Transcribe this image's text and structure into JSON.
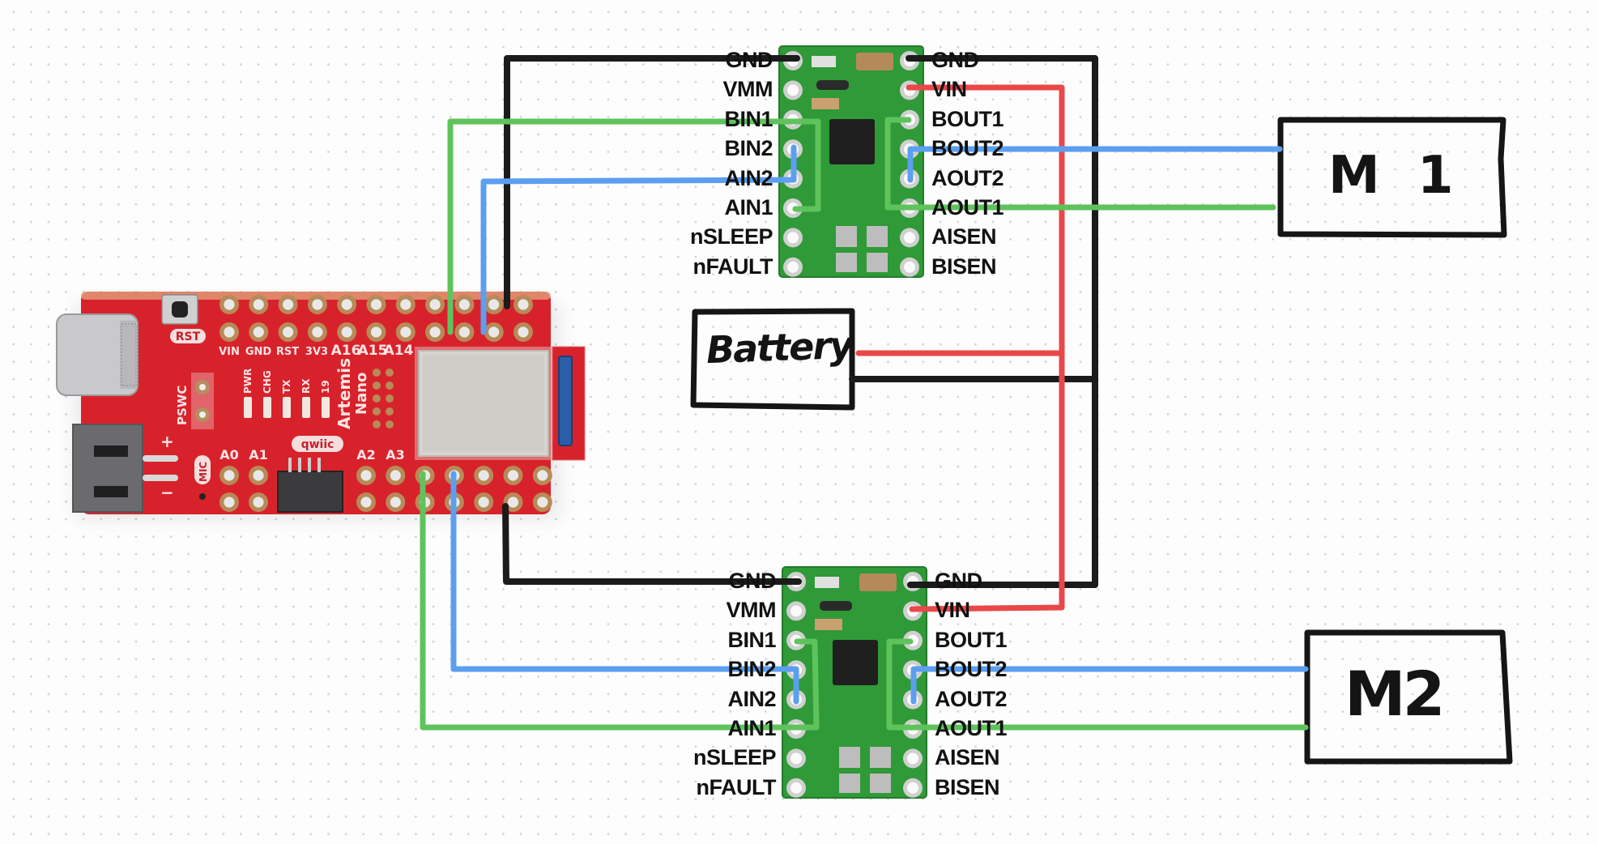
{
  "diagram": {
    "title": "Artemis Nano dual DRV8833 motor driver wiring",
    "colors": {
      "wire_ground": "#1b1b1b",
      "wire_power": "#e94848",
      "wire_signal_a": "#5fc35c",
      "wire_signal_b": "#5c9ff0",
      "board_red": "#d8222b",
      "driver_green": "#2f9a37"
    },
    "microcontroller": {
      "name": "SparkFun RedBoard Artemis Nano",
      "silkscreen": {
        "top_pins": [
          "VIN",
          "GND",
          "RST",
          "3V3",
          "A16",
          "A15",
          "A14"
        ],
        "leds": [
          "PWR",
          "CHG",
          "TX",
          "RX",
          "19"
        ],
        "brand": "Artemis",
        "brand_sub": "Nano",
        "reset": "RST",
        "switch": "PSWC",
        "mic": "MIC",
        "qwiic": "qwiic",
        "bottom_pins": [
          "A0",
          "A1",
          "A2",
          "A3"
        ],
        "battery_plus": "+",
        "battery_minus": "−"
      }
    },
    "drivers": [
      {
        "id": "driver-top",
        "left_pins": [
          "GND",
          "VMM",
          "BIN1",
          "BIN2",
          "AIN2",
          "AIN1",
          "nSLEEP",
          "nFAULT"
        ],
        "right_pins": [
          "GND",
          "VIN",
          "BOUT1",
          "BOUT2",
          "AOUT2",
          "AOUT1",
          "AISEN",
          "BISEN"
        ]
      },
      {
        "id": "driver-bottom",
        "left_pins": [
          "GND",
          "VMM",
          "BIN1",
          "BIN2",
          "AIN2",
          "AIN1",
          "nSLEEP",
          "nFAULT"
        ],
        "right_pins": [
          "GND",
          "VIN",
          "BOUT1",
          "BOUT2",
          "AOUT2",
          "AOUT1",
          "AISEN",
          "BISEN"
        ]
      }
    ],
    "battery": {
      "label": "Battery"
    },
    "motors": [
      {
        "id": "motor-1",
        "label": "M 1"
      },
      {
        "id": "motor-2",
        "label": "M2"
      }
    ],
    "connections": [
      {
        "color": "green",
        "from": "Artemis top header",
        "to": "driver-top BIN1 / AIN1"
      },
      {
        "color": "blue",
        "from": "Artemis top header",
        "to": "driver-top AIN2 / BIN2"
      },
      {
        "color": "black",
        "from": "Artemis GND (top)",
        "to": "driver-top GND"
      },
      {
        "color": "green",
        "from": "Artemis bottom header",
        "to": "driver-bottom AIN1 / BIN1"
      },
      {
        "color": "blue",
        "from": "Artemis bottom header",
        "to": "driver-bottom BIN2 / AIN2"
      },
      {
        "color": "black",
        "from": "Artemis GND (bottom)",
        "to": "driver-bottom GND"
      },
      {
        "color": "red",
        "from": "Battery +",
        "to": "driver-top VIN, driver-bottom VIN"
      },
      {
        "color": "black",
        "from": "Battery −",
        "to": "driver-top GND, driver-bottom GND"
      },
      {
        "color": "blue",
        "from": "driver-top BOUT2 / AOUT2",
        "to": "M 1"
      },
      {
        "color": "green",
        "from": "driver-top BOUT1 / AOUT1",
        "to": "M 1"
      },
      {
        "color": "blue",
        "from": "driver-bottom BOUT2 / AOUT2",
        "to": "M2"
      },
      {
        "color": "green",
        "from": "driver-bottom BOUT1 / AOUT1",
        "to": "M2"
      }
    ]
  }
}
